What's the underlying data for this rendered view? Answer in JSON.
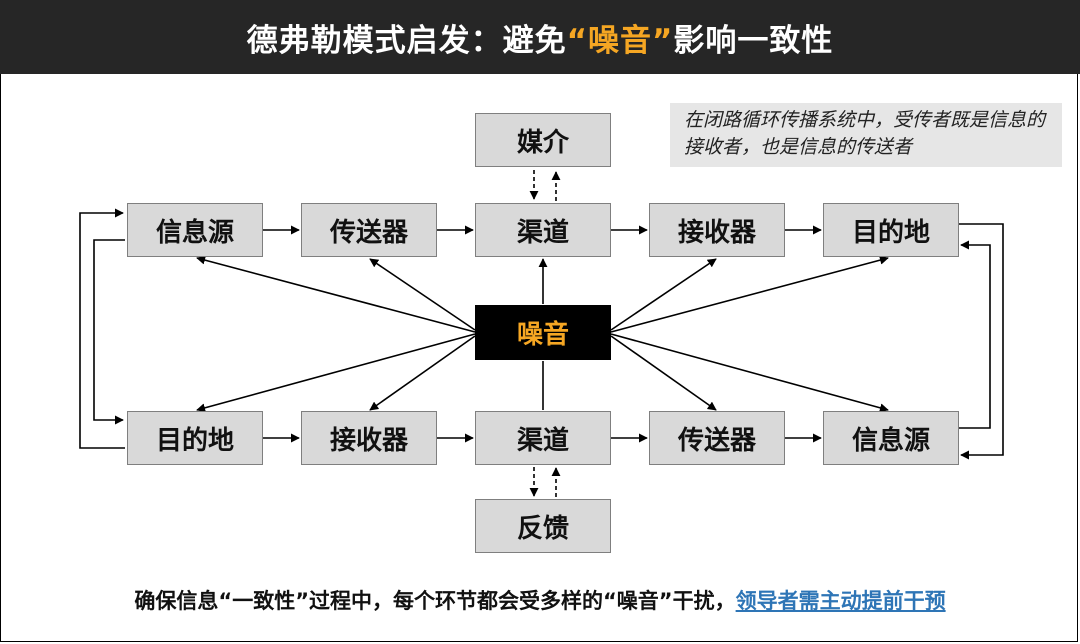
{
  "header": {
    "title_before": "德弗勒模式启发：避免",
    "title_highlight": "“噪音”",
    "title_after": "影响一致性"
  },
  "note": "在闭路循环传播系统中，受传者既是信息的接收者，也是信息的传送者",
  "nodes": {
    "top_source": "信息源",
    "top_transmitter": "传送器",
    "top_channel": "渠道",
    "top_receiver": "接收器",
    "top_destination": "目的地",
    "medium": "媒介",
    "noise": "噪音",
    "bottom_destination": "目的地",
    "bottom_receiver": "接收器",
    "bottom_channel": "渠道",
    "bottom_transmitter": "传送器",
    "bottom_source": "信息源",
    "feedback": "反馈"
  },
  "footer": {
    "text": "确保信息“一致性”过程中，每个环节都会受多样的“噪音”干扰，",
    "link": "领导者需主动提前干预"
  },
  "colors": {
    "header_bg": "#262626",
    "accent": "#f5a623",
    "box_fill": "#d9d9d9",
    "link": "#2e75b6"
  }
}
